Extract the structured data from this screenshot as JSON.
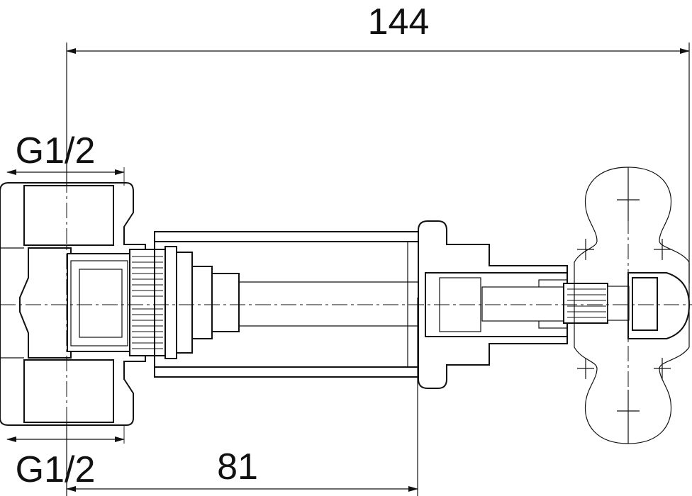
{
  "dimensions": {
    "overall_length": "144",
    "stem_length": "81",
    "thread_top": "G1/2",
    "thread_bottom": "G1/2"
  }
}
